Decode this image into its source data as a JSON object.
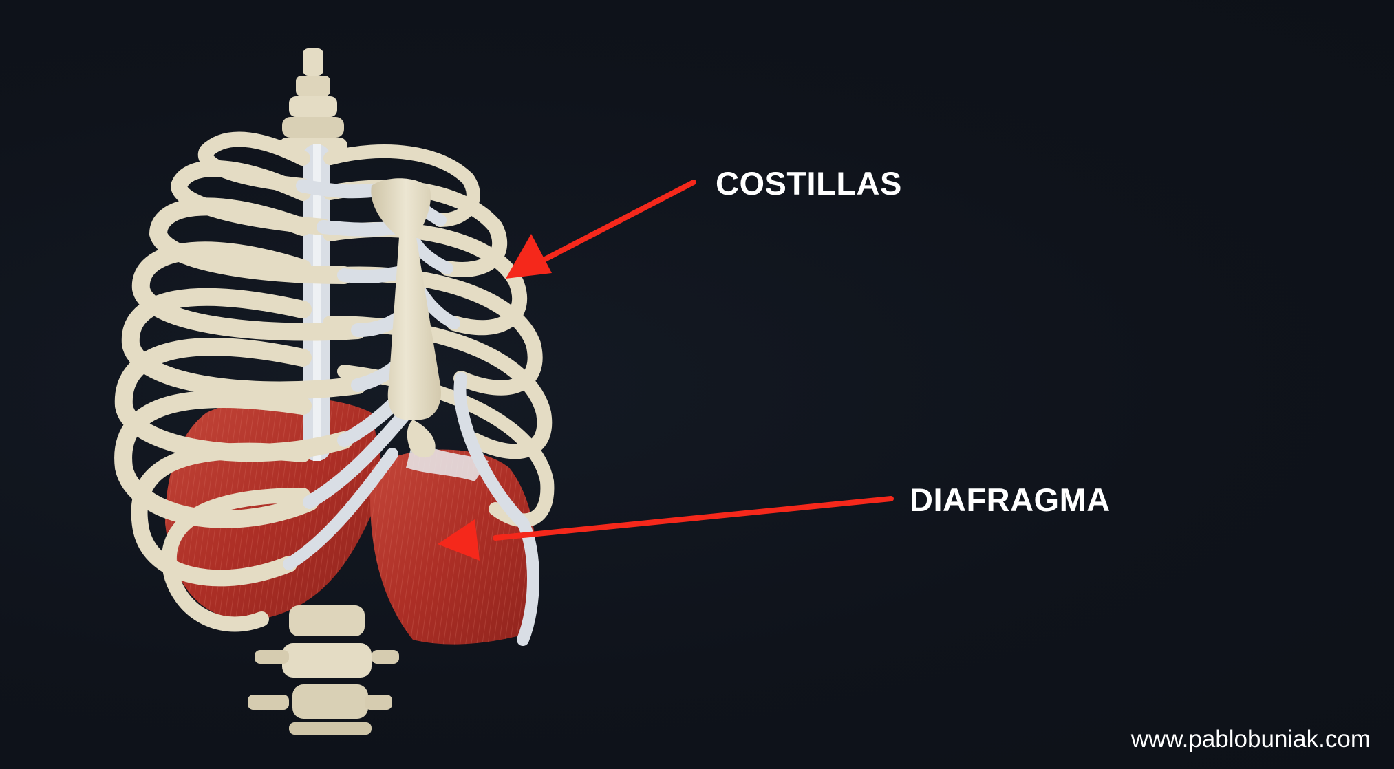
{
  "labels": {
    "ribs": "COSTILLAS",
    "diaphragm": "DIAFRAGMA"
  },
  "watermark": "www.pablobuniak.com",
  "colors": {
    "background": "#0f131b",
    "arrow": "#f5281b",
    "bone": "#e4dcc4",
    "cartilage": "#d9dee5",
    "muscle": "#b8362c",
    "text": "#ffffff"
  }
}
